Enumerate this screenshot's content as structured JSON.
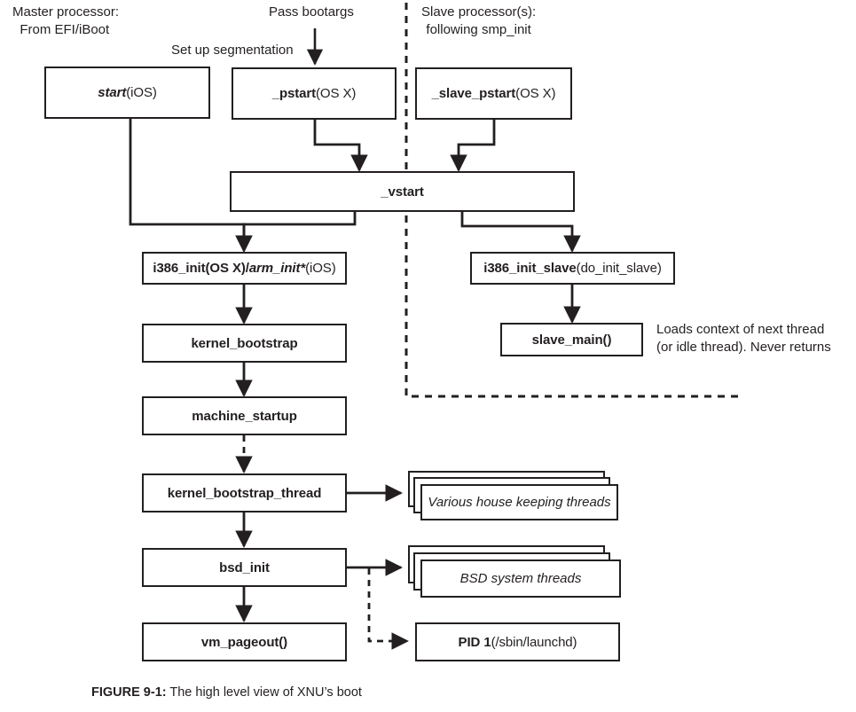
{
  "figure": {
    "caption_label": "FIGURE 9-1:",
    "caption_text": "The high level view of XNU’s boot",
    "colors": {
      "ink": "#231f20",
      "background": "#ffffff"
    }
  },
  "headers": {
    "master": "Master processor:\n  From EFI/iBoot",
    "slave": "Slave processor(s):\nfollowing smp_init"
  },
  "edge_labels": {
    "pass_bootargs": "Pass bootargs",
    "set_up_segmentation": "Set up segmentation"
  },
  "annotations": {
    "slave_main_note": "Loads context of next thread\n(or idle thread). Never returns"
  },
  "nodes": {
    "start_ios": {
      "main": "start",
      "suffix": "(iOS)"
    },
    "pstart": {
      "main": "_pstart",
      "suffix": "(OS X)"
    },
    "slave_pstart": {
      "main": "_slave_pstart",
      "suffix": "(OS X)"
    },
    "vstart": {
      "label": "_vstart"
    },
    "i386_init": {
      "part1": "i386_init(OS X)/",
      "part2": "arm_init*",
      "part3": "(iOS)"
    },
    "i386_init_slave": {
      "part1": "i386_init_slave",
      "part2": " (do_init_slave)"
    },
    "slave_main": {
      "label": "slave_main()"
    },
    "kernel_bootstrap": {
      "label": "kernel_bootstrap"
    },
    "machine_startup": {
      "label": "machine_startup"
    },
    "kernel_bootstrap_thread": {
      "label": "kernel_bootstrap_thread"
    },
    "bsd_init": {
      "label": "bsd_init"
    },
    "vm_pageout": {
      "label": "vm_pageout()"
    },
    "pid1": {
      "part1": "PID 1",
      "part2": " (/sbin/launchd)"
    }
  },
  "stacks": {
    "housekeeping_threads": {
      "label": "Various house keeping threads",
      "sheets": 3
    },
    "bsd_system_threads": {
      "label": "BSD system threads",
      "sheets": 3
    }
  }
}
